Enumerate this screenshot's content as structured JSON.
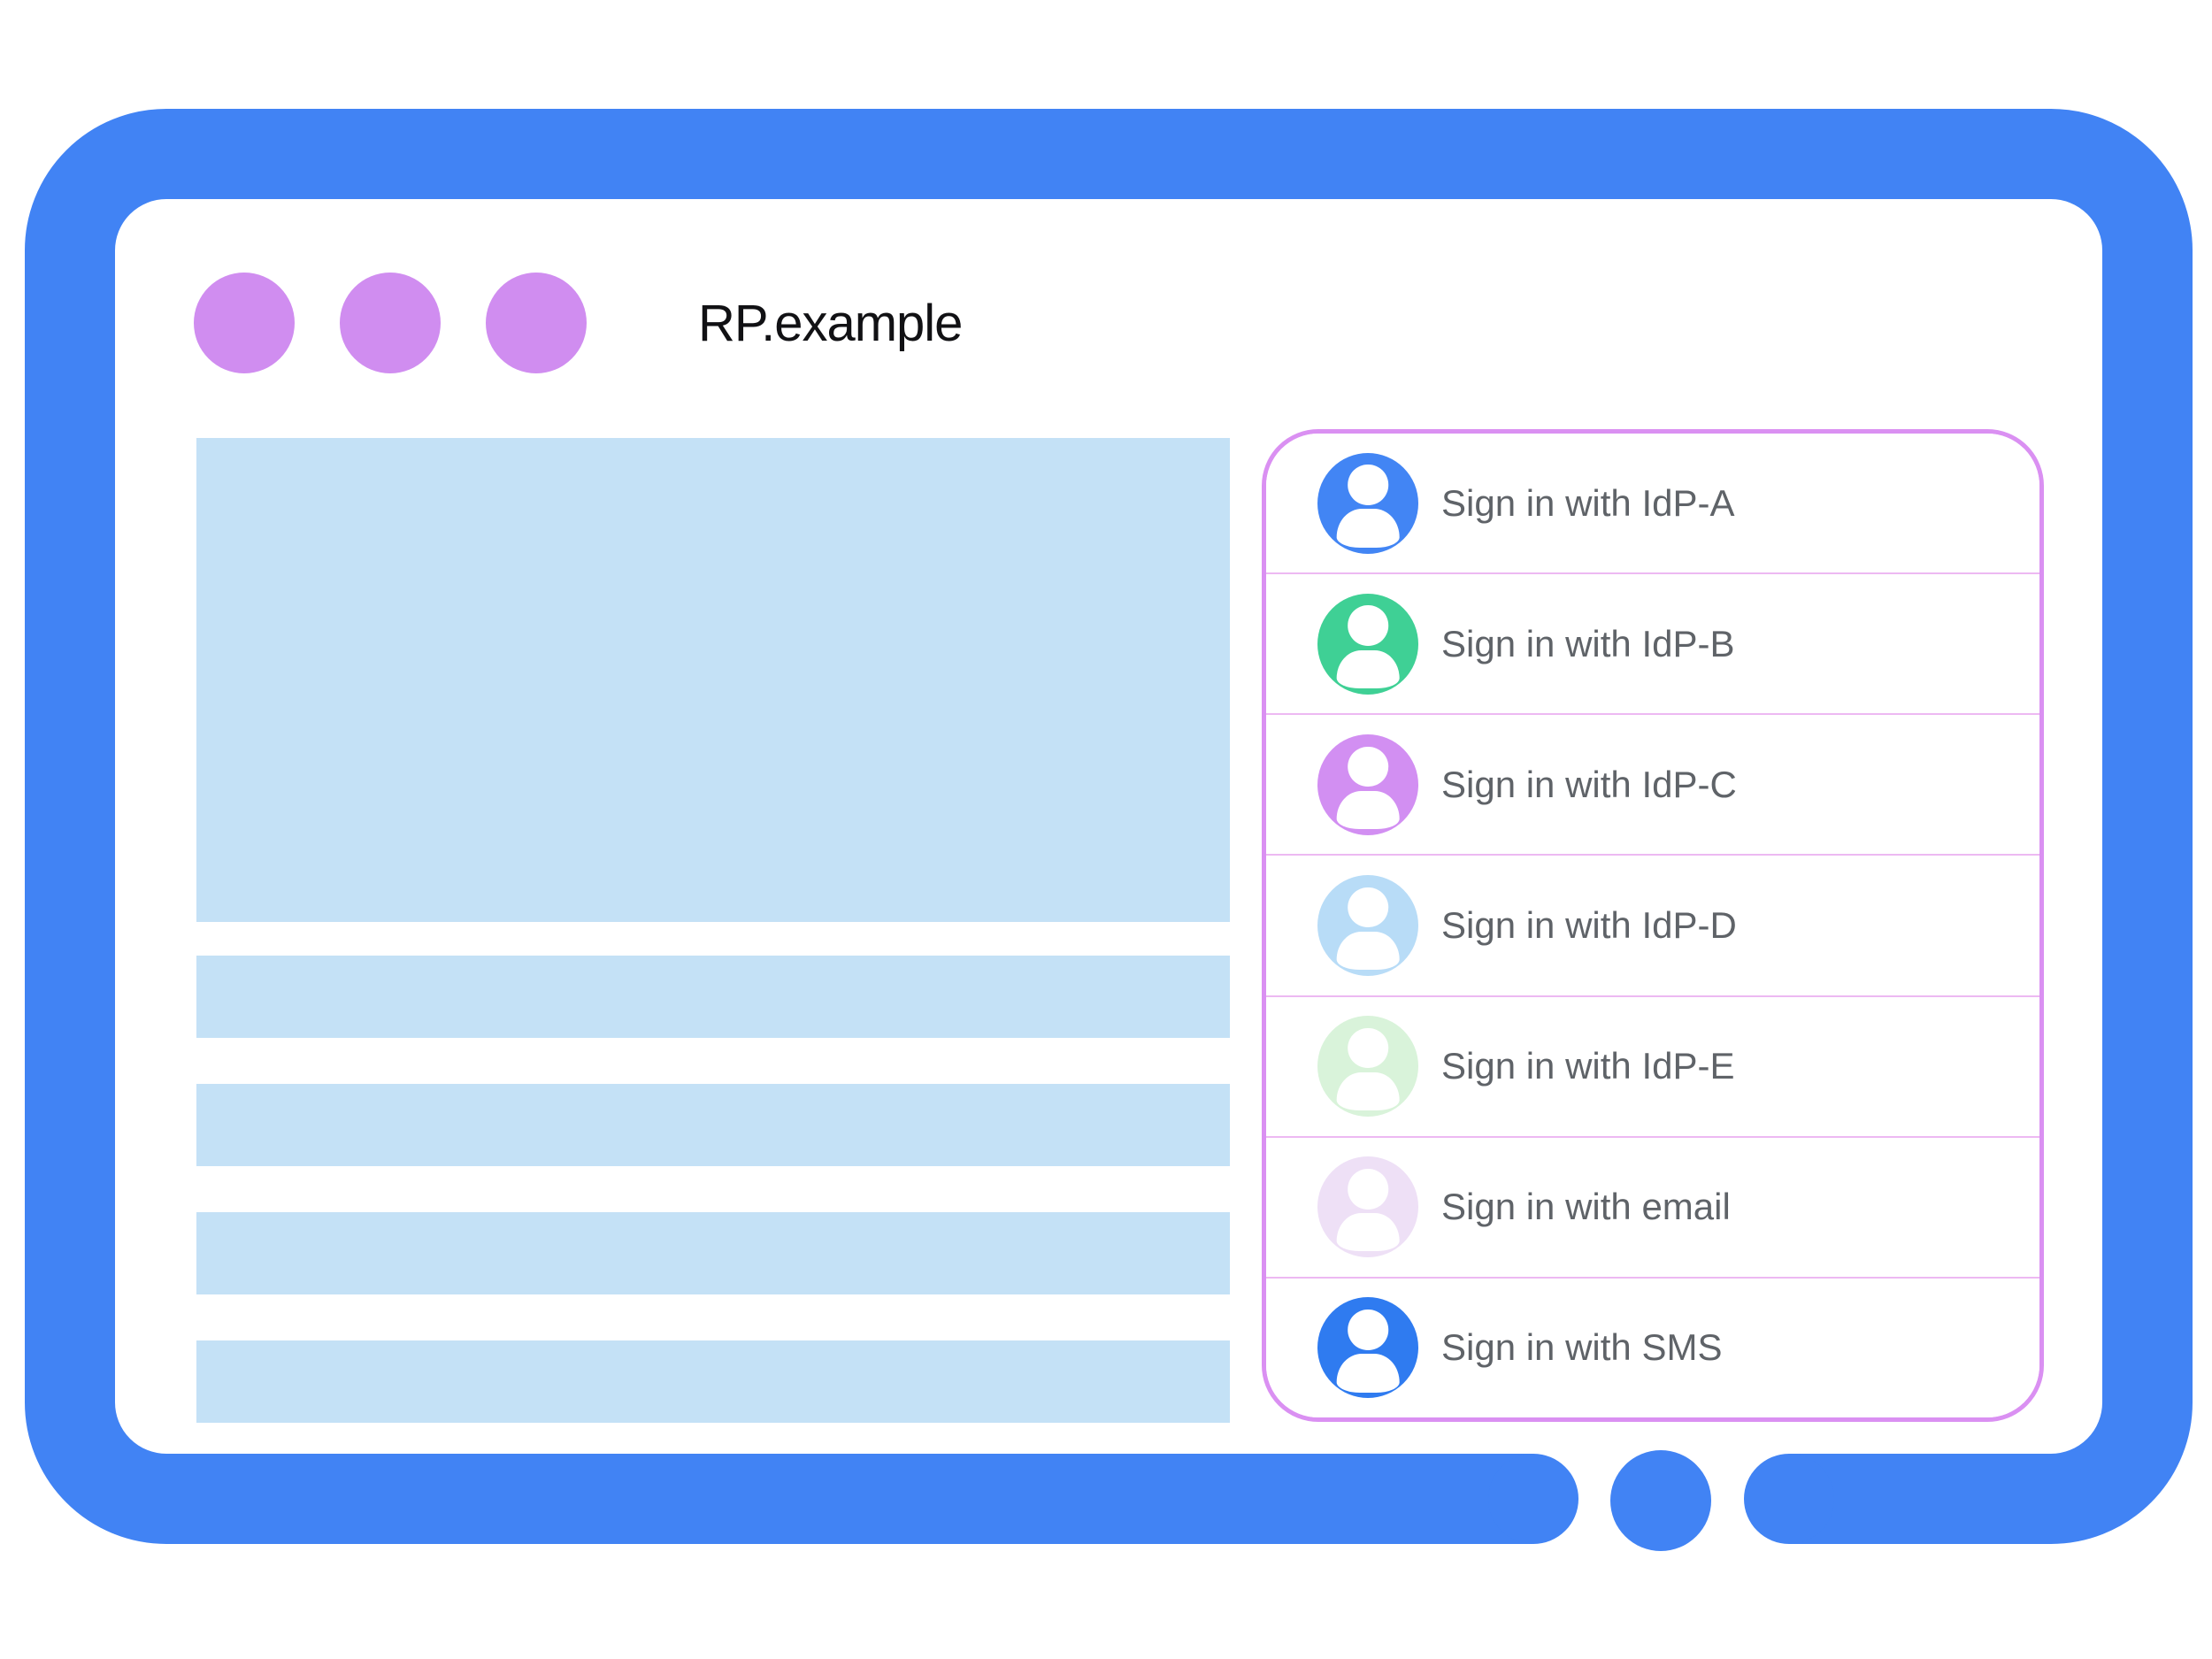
{
  "browser": {
    "title": "RP.example",
    "window_controls": [
      {
        "id": "dot-1"
      },
      {
        "id": "dot-2"
      },
      {
        "id": "dot-3"
      }
    ]
  },
  "page_skeleton": {
    "text_bars": 4
  },
  "signin_panel": {
    "options": [
      {
        "id": "idp-a",
        "label": "Sign in with IdP-A",
        "avatar_color": "#4285f4"
      },
      {
        "id": "idp-b",
        "label": "Sign in with IdP-B",
        "avatar_color": "#3fd095"
      },
      {
        "id": "idp-c",
        "label": "Sign in with IdP-C",
        "avatar_color": "#d28ff2"
      },
      {
        "id": "idp-d",
        "label": "Sign in with IdP-D",
        "avatar_color": "#b8dcf7"
      },
      {
        "id": "idp-e",
        "label": "Sign in with IdP-E",
        "avatar_color": "#d9f3da"
      },
      {
        "id": "email",
        "label": "Sign in with email",
        "avatar_color": "#eee0f6"
      },
      {
        "id": "sms",
        "label": "Sign in with SMS",
        "avatar_color": "#2f7bf0"
      }
    ]
  },
  "colors": {
    "frame_blue": "#4183f4",
    "placeholder_blue": "#c4e1f6",
    "dot_violet": "#d08df0",
    "panel_border": "#da90f2",
    "separator": "#edb9f2",
    "option_text": "#5f6368",
    "title_text": "#111114"
  }
}
